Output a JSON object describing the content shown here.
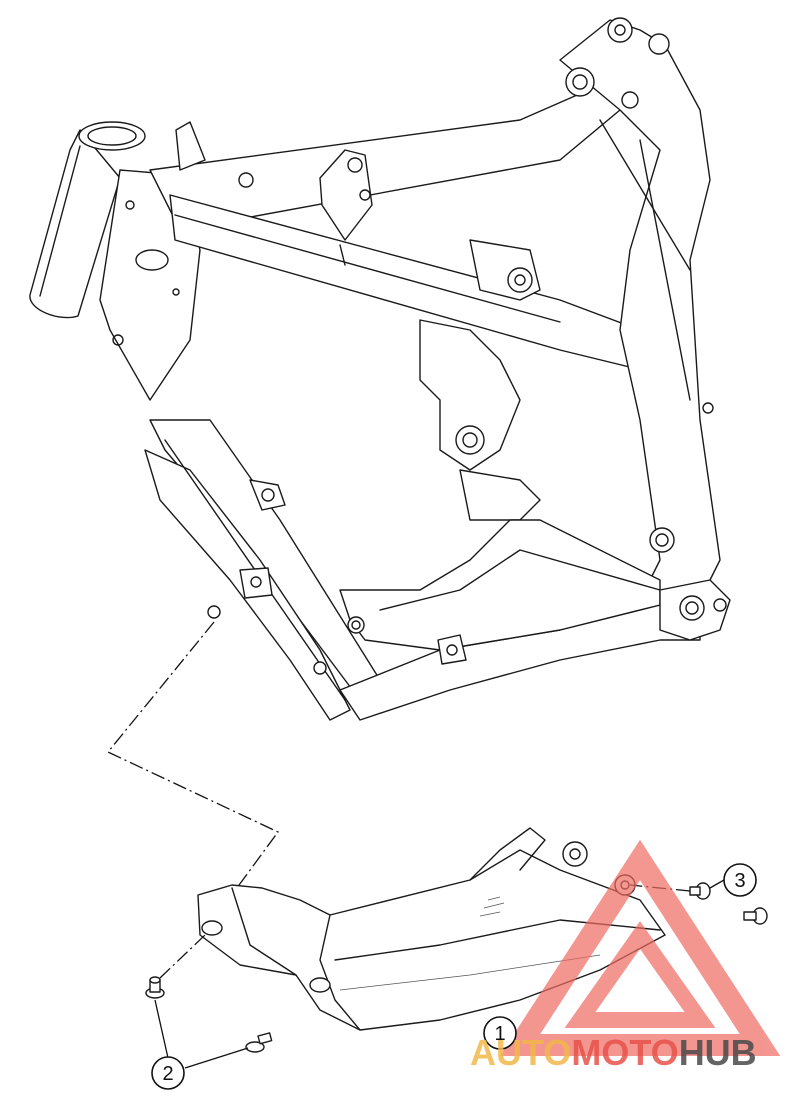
{
  "callouts": [
    {
      "id": "1",
      "label": "1"
    },
    {
      "id": "2",
      "label": "2"
    },
    {
      "id": "3",
      "label": "3"
    }
  ],
  "watermark": {
    "part1": "AUTO",
    "part2": "MOTO",
    "part3": "HUB",
    "color_auto": "#f2b84a",
    "color_moto": "#e8534a",
    "color_hub": "#4a4a4a"
  }
}
